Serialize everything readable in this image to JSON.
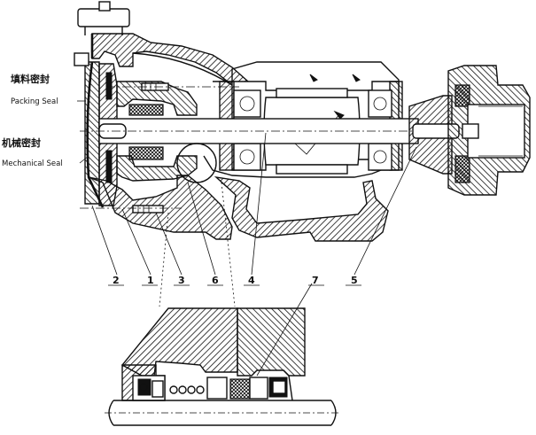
{
  "labels": {
    "packing_seal_cn": "填料密封",
    "packing_seal_en": "Packing Seal",
    "mechanical_seal_cn": "机械密封",
    "mechanical_seal_en": "Mechanical Seal"
  },
  "callouts": [
    "2",
    "1",
    "3",
    "6",
    "4",
    "7",
    "5"
  ]
}
